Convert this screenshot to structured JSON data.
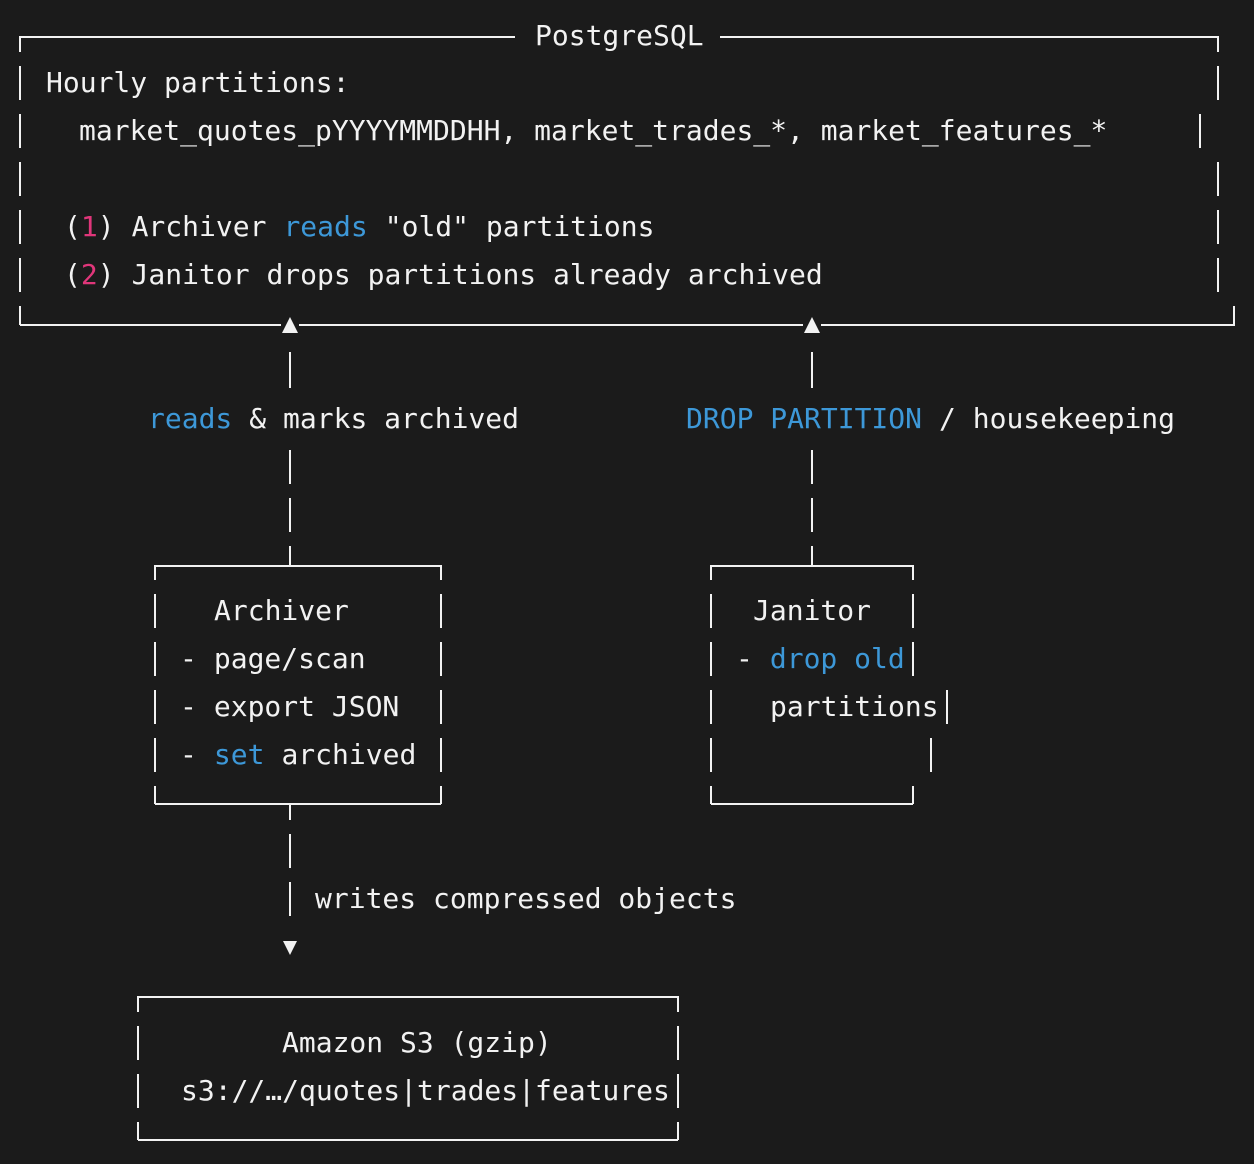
{
  "colors": {
    "background": "#1b1b1b",
    "text": "#f2f2f2",
    "keyword": "#3d98d8",
    "number": "#e0367a"
  },
  "postgres": {
    "title": "PostgreSQL",
    "hourly_label": "Hourly partitions:",
    "partition_list": "market_quotes_pYYYYMMDDHH, market_trades_*, market_features_*",
    "step1": {
      "paren_open": "(",
      "num": "1",
      "paren_close": ")",
      "pre": "Archiver",
      "keyword": "reads",
      "post": "\"old\" partitions"
    },
    "step2": {
      "paren_open": "(",
      "num": "2",
      "paren_close": ")",
      "text": "Janitor drops partitions already archived"
    }
  },
  "edges": {
    "archiver_to_pg": {
      "keyword": "reads",
      "rest": "& marks archived"
    },
    "janitor_to_pg": {
      "keyword": "DROP PARTITION",
      "rest": "/ housekeeping"
    },
    "archiver_to_s3": {
      "label": "writes compressed objects"
    }
  },
  "archiver": {
    "title": "Archiver",
    "items": [
      {
        "bullet": "-",
        "keyword": "",
        "text": "page/scan"
      },
      {
        "bullet": "-",
        "keyword": "",
        "text": "export JSON"
      },
      {
        "bullet": "-",
        "keyword": "set",
        "text": "archived"
      }
    ]
  },
  "janitor": {
    "title": "Janitor",
    "bullet": "-",
    "keyword": "drop old",
    "text": "partitions"
  },
  "s3": {
    "title": "Amazon S3 (gzip)",
    "path": "s3://…/quotes|trades|features"
  }
}
